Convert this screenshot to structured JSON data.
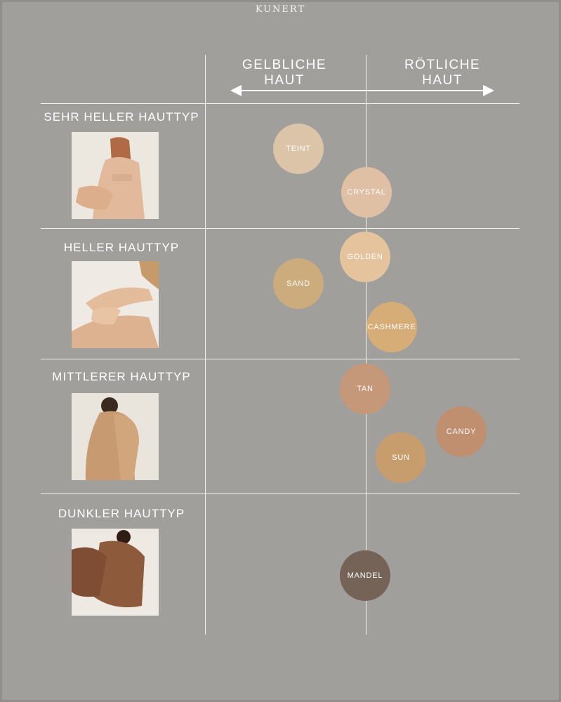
{
  "brand": "KUNERT",
  "columns": {
    "left_label": "GELBLICHE HAUT",
    "right_label": "RÖTLICHE HAUT"
  },
  "rows": [
    {
      "title": "SEHR HELLER HAUTTYP",
      "photo_icon": "model-photo-very-light"
    },
    {
      "title": "HELLER HAUTTYP",
      "photo_icon": "model-photo-light"
    },
    {
      "title": "MITTLERER HAUTTYP",
      "photo_icon": "model-photo-medium"
    },
    {
      "title": "DUNKLER HAUTTYP",
      "photo_icon": "model-photo-dark"
    }
  ],
  "shades": [
    {
      "name": "TEINT",
      "color": "#dcc4a9"
    },
    {
      "name": "CRYSTAL",
      "color": "#dfc0a4"
    },
    {
      "name": "GOLDEN",
      "color": "#e4c39d"
    },
    {
      "name": "SAND",
      "color": "#ccab7c"
    },
    {
      "name": "CASHMERE",
      "color": "#d6ac77"
    },
    {
      "name": "TAN",
      "color": "#c6987a"
    },
    {
      "name": "CANDY",
      "color": "#c08f70"
    },
    {
      "name": "SUN",
      "color": "#c79d6e"
    },
    {
      "name": "MANDEL",
      "color": "#756358"
    }
  ],
  "colors": {
    "background": "#a09f9c",
    "lines": "#ffffff"
  }
}
